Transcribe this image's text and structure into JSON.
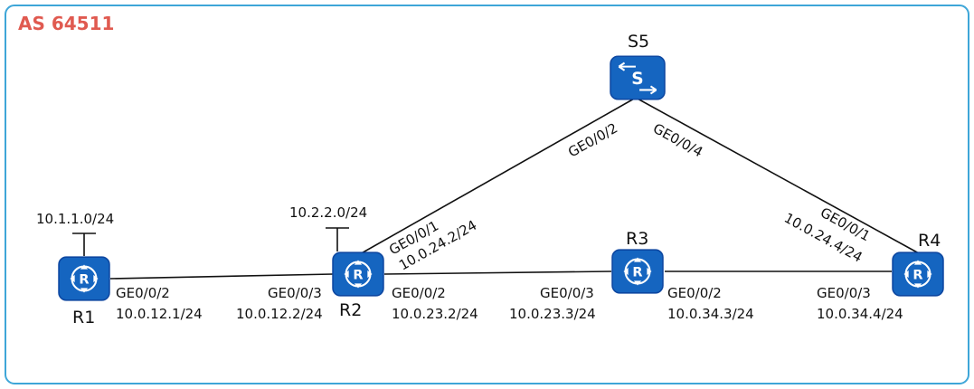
{
  "as_label": "AS 64511",
  "colors": {
    "frame": "#3ea6d8",
    "title": "#e05a50",
    "device_fill": "#1565c0",
    "device_stroke": "#0d47a1"
  },
  "devices": {
    "r1": {
      "name": "R1",
      "icon": "router-icon"
    },
    "r2": {
      "name": "R2",
      "icon": "router-icon"
    },
    "r3": {
      "name": "R3",
      "icon": "router-icon"
    },
    "r4": {
      "name": "R4",
      "icon": "router-icon"
    },
    "s5": {
      "name": "S5",
      "icon": "switch-icon"
    }
  },
  "networks": {
    "r1": "10.1.1.0/24",
    "r2": "10.2.2.0/24"
  },
  "links": {
    "r1_r2": {
      "r1_if": "GE0/0/2",
      "r1_ip": "10.0.12.1/24",
      "r2_if": "GE0/0/3",
      "r2_ip": "10.0.12.2/24"
    },
    "r2_r3": {
      "r2_if": "GE0/0/2",
      "r2_ip": "10.0.23.2/24",
      "r3_if": "GE0/0/3",
      "r3_ip": "10.0.23.3/24"
    },
    "r3_r4": {
      "r3_if": "GE0/0/2",
      "r3_ip": "10.0.34.3/24",
      "r4_if": "GE0/0/3",
      "r4_ip": "10.0.34.4/24"
    },
    "r2_s5": {
      "r2_if": "GE0/0/1",
      "r2_ip": "10.0.24.2/24",
      "s5_if": "GE0/0/2"
    },
    "r4_s5": {
      "r4_if": "GE0/0/1",
      "r4_ip": "10.0.24.4/24",
      "s5_if": "GE0/0/4"
    }
  }
}
